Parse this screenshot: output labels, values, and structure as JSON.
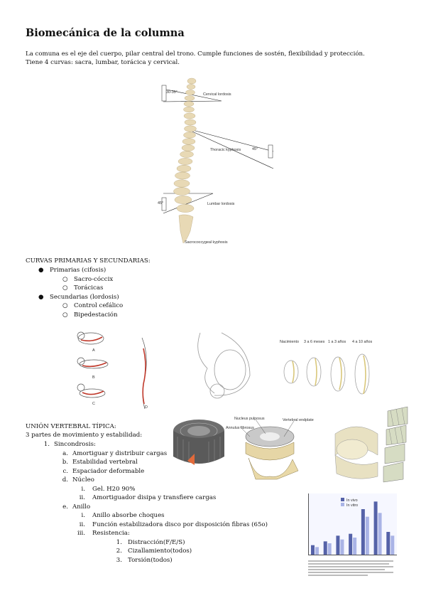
{
  "title": "Biomecánica de la columna",
  "intro": [
    "La comuna es el eje del cuerpo, pilar central del trono. Cumple funciones de sostén, flexibilidad y protección.",
    "Tiene 4 curvas: sacra, lumbar, torácica y cervical."
  ],
  "spine_figure": {
    "angles": [
      "30-35°",
      "45°",
      "45°"
    ],
    "labels": [
      "Cervical lordosis",
      "Thoracic kyphosis",
      "Lumbar lordosis",
      "Sacrococcygeal kyphosis"
    ]
  },
  "curvas": {
    "heading": "CURVAS PRIMARIAS Y SECUNDARIAS:",
    "items": [
      {
        "label": "Primarias (cifosis)",
        "sub": [
          "Sacro-cóccix",
          "Torácicas"
        ]
      },
      {
        "label": "Secundarias (lordosis)",
        "sub": [
          "Control cefálico",
          "Bipedestación"
        ]
      }
    ]
  },
  "baby_figure": {
    "letters": [
      "A",
      "B",
      "C",
      "D"
    ]
  },
  "growth_figure": {
    "labels": [
      "Nacimiento",
      "3 a 6 meses",
      "1 a 3 años",
      "4 a 10 años"
    ]
  },
  "disc_figure": {
    "labels": [
      "Nucleus pulposus",
      "Annulus fibrosus",
      "Vertebral endplate"
    ]
  },
  "union": {
    "heading": "UNIÓN VERTEBRAL TÍPICA:",
    "subheading": "3 partes de movimiento y estabilidad:",
    "item1_marker": "1.",
    "item1_label": "Sincondrosis:",
    "sub": [
      {
        "marker": "a.",
        "label": "Amortiguar y distribuir cargas"
      },
      {
        "marker": "b.",
        "label": "Estabilidad vertebral"
      },
      {
        "marker": "c.",
        "label": "Espaciador deformable"
      },
      {
        "marker": "d.",
        "label": "Núcleo"
      }
    ],
    "nucleo": [
      {
        "marker": "i.",
        "label": "Gel. H20 90%"
      },
      {
        "marker": "ii.",
        "label": "Amortiguador disipa y transfiere cargas"
      }
    ],
    "anillo_marker": "e.",
    "anillo_label": "Anillo",
    "anillo": [
      {
        "marker": "i.",
        "label": "Anillo absorbe choques"
      },
      {
        "marker": "ii.",
        "label": "Función estabilizadora disco por disposición fibras (65o)"
      },
      {
        "marker": "iii.",
        "label": "Resistencia:"
      }
    ],
    "resistencia": [
      {
        "marker": "1.",
        "label": "Distracción(F/E/S)"
      },
      {
        "marker": "2.",
        "label": "Cizallamiento(todos)"
      },
      {
        "marker": "3.",
        "label": "Torsión(todos)"
      }
    ]
  },
  "bar_figure": {
    "legend": [
      "In vivo",
      "In vitro"
    ],
    "chart_data": {
      "type": "bar",
      "series": [
        {
          "name": "In vivo",
          "values": [
            25,
            35,
            50,
            55,
            120,
            140,
            60
          ]
        },
        {
          "name": "In vitro",
          "values": [
            20,
            30,
            40,
            45,
            100,
            110,
            50
          ]
        }
      ]
    }
  },
  "colors": {
    "text": "#111111",
    "bone": "#e8d9b5",
    "muscle": "#c0392b",
    "bar_dark": "#5562a8",
    "bar_light": "#aab4e6"
  }
}
